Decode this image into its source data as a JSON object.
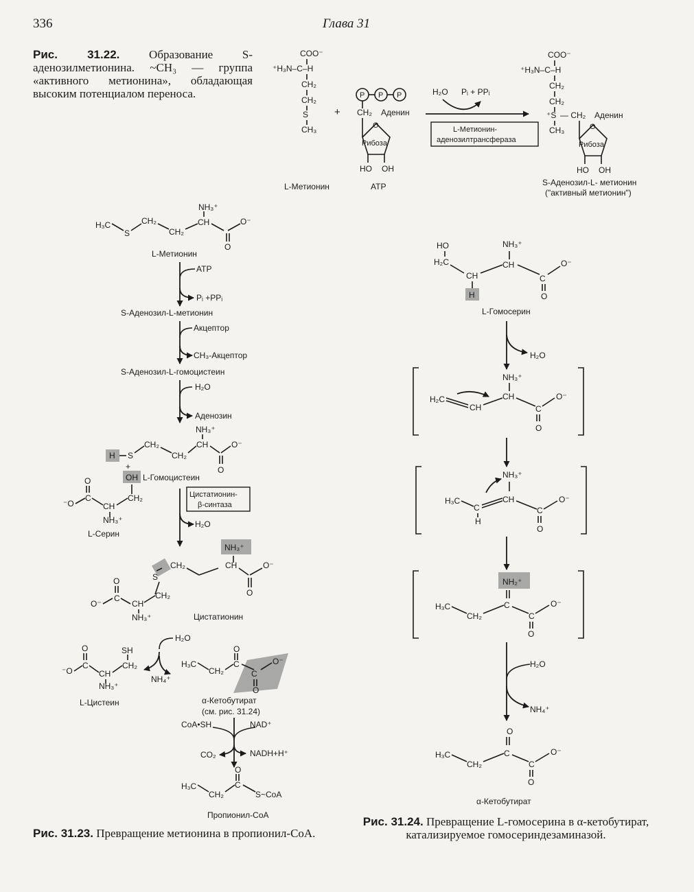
{
  "header": {
    "page_number": "336",
    "running_head": "Глава 31"
  },
  "fig_31_22": {
    "label": "Рис. 31.22.",
    "caption": "Образование S-аденозилметионина. ~CH₃ — группа «активного метионина», обладающая высоким потенциалом переноса.",
    "met": {
      "coo": "COO⁻",
      "nh3ch": "⁺H₃N–C–H",
      "ch2": "CH₂",
      "s": "S",
      "ch3": "CH₃",
      "name": "L-Метионин"
    },
    "plus": "+",
    "atp": {
      "p": "P",
      "ch2": "CH₂",
      "adenine": "Аденин",
      "ribose": "Рибоза",
      "o": "O",
      "ho": "HO",
      "oh": "OH",
      "name": "ATP"
    },
    "arrow": {
      "h2o": "H₂O",
      "products": "Pᵢ + PPᵢ",
      "enzyme_1": "L-Метионин-",
      "enzyme_2": "аденозилтрансфераза"
    },
    "sam": {
      "coo": "COO⁻",
      "nh3ch": "⁺H₃N–C–H",
      "ch2": "CH₂",
      "s": "⁺S",
      "sch2": "— CH₂",
      "adenine": "Аденин",
      "ch3": "CH₃",
      "ribose": "Рибоза",
      "o": "O",
      "ho": "HO",
      "oh": "OH",
      "name_1": "S-Аденозил-L- метионин",
      "name_2": "(\"активный метионин\")"
    }
  },
  "fig_31_23": {
    "label": "Рис. 31.23.",
    "caption": "Превращение метионина в пропионил-CoA.",
    "met": {
      "h3c": "H₃C",
      "s": "S",
      "ch2": "CH₂",
      "ch": "CH",
      "nh3": "NH₃⁺",
      "o": "O",
      "om": "O⁻",
      "name": "L-Метионин"
    },
    "step1": {
      "in": "ATP",
      "out": "Pᵢ +PPᵢ",
      "product": "S-Аденозил-L-метионин"
    },
    "step2": {
      "in": "Акцептор",
      "out": "CH₃-Акцептор",
      "product": "S-Аденозил-L-гомоцистеин"
    },
    "step3": {
      "in": "H₂O",
      "out": "Аденозин"
    },
    "homocys": {
      "h": "H",
      "s": "S",
      "ch2": "CH₂",
      "ch": "CH",
      "nh3": "NH₃⁺",
      "om": "O⁻",
      "o": "O",
      "plus": "+",
      "oh": "OH",
      "name": "L-Гомоцистеин"
    },
    "serine": {
      "om": "⁻O",
      "c": "C",
      "o": "O",
      "ch": "CH",
      "ch2": "CH₂",
      "nh3": "NH₃⁺",
      "name": "L-Серин"
    },
    "enzyme_1": "Цистатионин-",
    "enzyme_2": "β-синтаза",
    "step4_out": "H₂O",
    "cystathionine": {
      "s": "S",
      "ch2": "CH₂",
      "ch": "CH",
      "nh3": "NH₃⁺",
      "om": "O⁻",
      "o": "O",
      "c": "C",
      "name": "Цистатионин"
    },
    "step5": {
      "in": "H₂O",
      "out": "NH₄⁺"
    },
    "cysteine": {
      "om": "⁻O",
      "c": "C",
      "o": "O",
      "ch": "CH",
      "ch2": "CH₂",
      "sh": "SH",
      "nh3": "NH₃⁺",
      "name": "L-Цистеин"
    },
    "kb": {
      "h3c": "H₃C",
      "ch2": "CH₂",
      "c": "C",
      "o": "O",
      "om": "O⁻",
      "name_1": "α-Кетобутират",
      "name_2": "(см. рис. 31.24)"
    },
    "step6": {
      "in_left": "CoA•SH",
      "in_right": "NAD⁺",
      "out_left": "CO₂",
      "out_right": "NADH+H⁺"
    },
    "propionyl": {
      "h3c": "H₃C",
      "ch2": "CH₂",
      "c": "C",
      "o": "O",
      "scoa": "S~CoA",
      "name": "Пропионил-CoA"
    }
  },
  "fig_31_24": {
    "label": "Рис. 31.24.",
    "caption": "Превращение L-гомосерина в α-кетобутират, катализируемое гомосериндезаминазой.",
    "homoserine": {
      "ho": "HO",
      "h2c": "H₂C",
      "ch": "CH",
      "h": "H",
      "nh3": "NH₃⁺",
      "c": "C",
      "o": "O",
      "om": "O⁻",
      "name": "L-Гомосерин"
    },
    "step1_out": "H₂O",
    "int1": {
      "h2c": "H₂C",
      "ch": "CH",
      "nh3": "NH₃⁺",
      "c": "C",
      "o": "O",
      "om": "O⁻"
    },
    "int2": {
      "h3c": "H₃C",
      "c": "C",
      "h": "H",
      "ch": "CH",
      "nh3": "NH₃⁺",
      "o": "O",
      "om": "O⁻"
    },
    "int3": {
      "h3c": "H₃C",
      "ch2": "CH₂",
      "c": "C",
      "nh2": "NH₂⁺",
      "o": "O",
      "om": "O⁻"
    },
    "step4": {
      "in": "H₂O",
      "out": "NH₄⁺"
    },
    "kb": {
      "h3c": "H₃C",
      "ch2": "CH₂",
      "c": "C",
      "o": "O",
      "om": "O⁻",
      "name": "α-Кетобутират"
    }
  }
}
